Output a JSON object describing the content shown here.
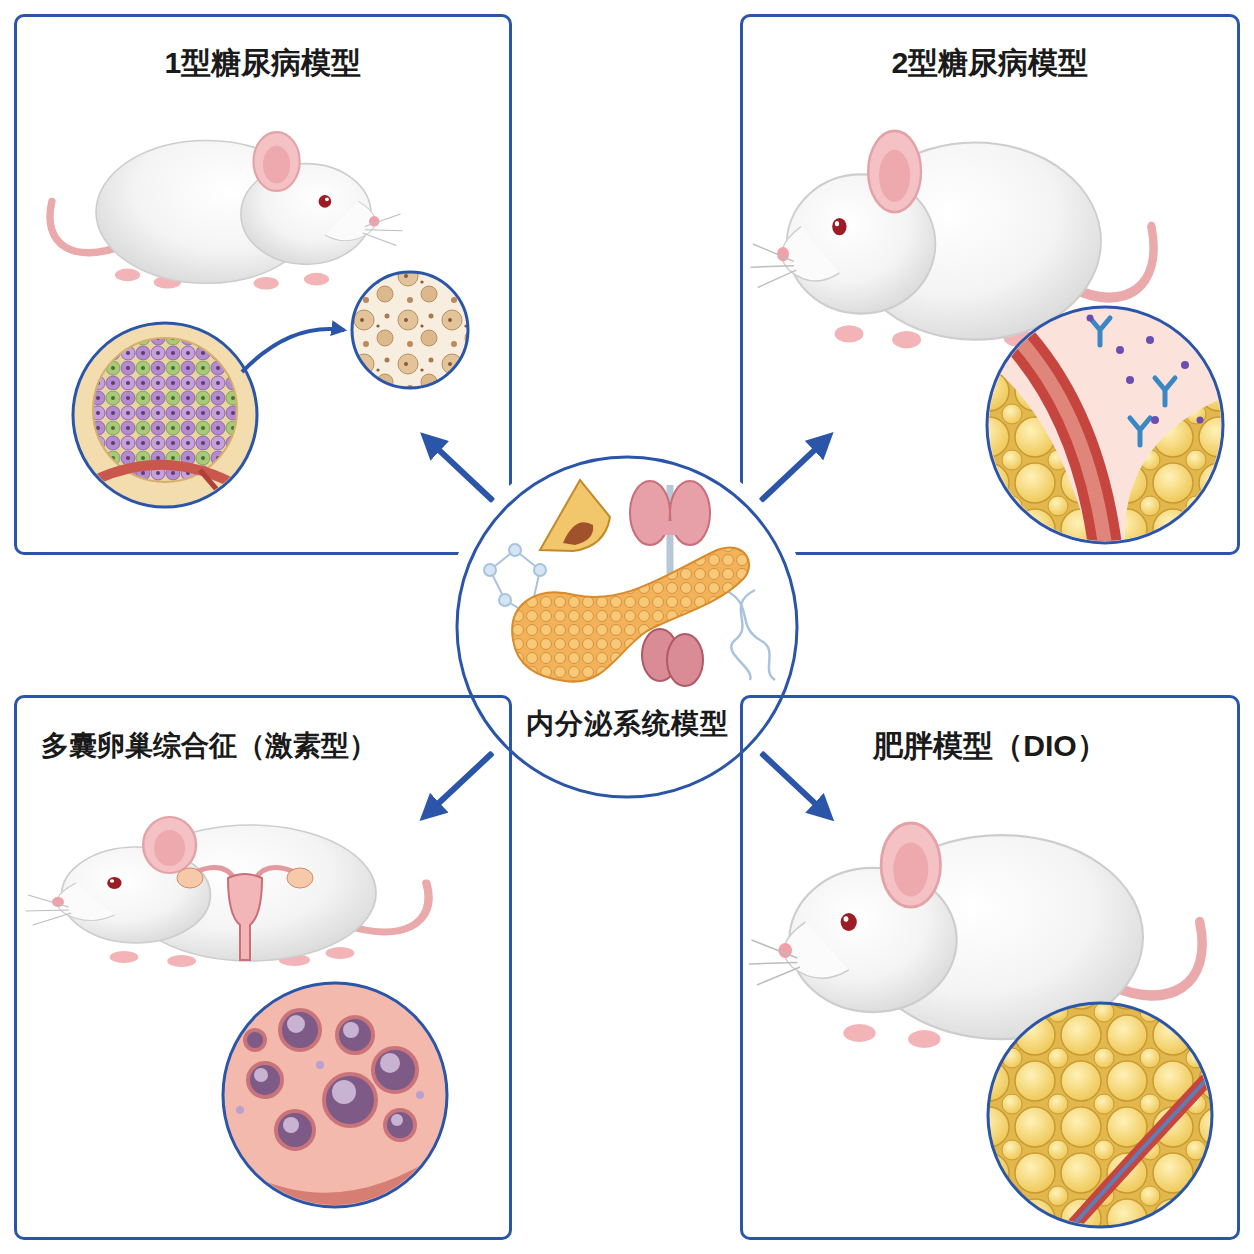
{
  "diagram": {
    "nodes": [
      {
        "text": [
          "1型糖尿病模型"
        ]
      },
      {
        "text": [
          "2型糖尿病模型"
        ]
      },
      {
        "text": [
          "内分泌系统模型"
        ]
      },
      {
        "text": [
          "多囊卵巢综合征（激素型）"
        ]
      },
      {
        "text": [
          "肥胖模型（DIO）"
        ]
      }
    ],
    "edges": [
      {
        "from": 2,
        "to": 0,
        "arrow": "to"
      },
      {
        "from": 2,
        "to": 1,
        "arrow": "to"
      },
      {
        "from": 2,
        "to": 3,
        "arrow": "to"
      },
      {
        "from": 2,
        "to": 4,
        "arrow": "to"
      }
    ]
  }
}
